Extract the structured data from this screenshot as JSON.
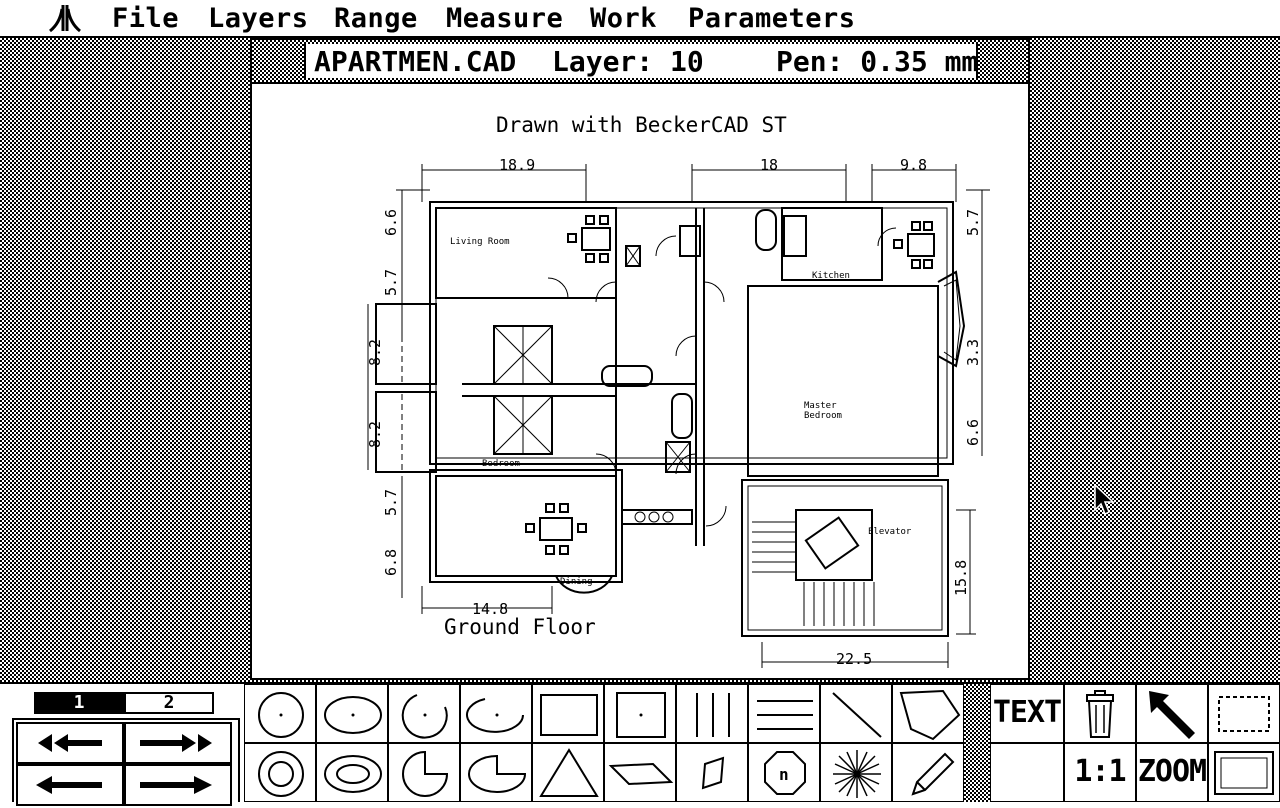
{
  "menu": {
    "logo": "atari-logo-icon",
    "items": [
      "File",
      "Layers",
      "Range",
      "Measure",
      "Work",
      "Parameters"
    ]
  },
  "window": {
    "filename": "APARTMEN.CAD",
    "layer": "Layer: 10",
    "pen": "Pen: 0.35 mm"
  },
  "drawing": {
    "credit": "Drawn with BeckerCAD ST",
    "floor_label": "Ground Floor",
    "rooms": {
      "living": "Living Room",
      "kitchen": "Kitchen",
      "master": "Master",
      "master2": "Bedroom",
      "bedroom": "Bedroom",
      "dining": "Dining",
      "elevator": "Elevator"
    },
    "dims": {
      "top1": "18.9",
      "top2": "18",
      "top3": "9.8",
      "left1": "6.6",
      "left2": "5.7",
      "left3": "8.2",
      "left4": "8.2",
      "left5": "5.7",
      "left6": "6.8",
      "right1": "5.7",
      "right2": "3.3",
      "right3": "6.6",
      "right4": "15.8",
      "bottom1": "14.8",
      "bottom2": "22.5"
    }
  },
  "layers": {
    "tab1": "1",
    "tab2": "2"
  },
  "tools": [
    "circle-icon",
    "ellipse-icon",
    "arc-icon",
    "ellipse-arc-icon",
    "rectangle-icon",
    "rectangle-center-icon",
    "vertical-lines-icon",
    "horizontal-lines-icon",
    "diagonal-line-icon",
    "polygon-icon",
    "concentric-circles-icon",
    "concentric-ellipses-icon",
    "circle-sector-icon",
    "ellipse-sector-icon",
    "triangle-icon",
    "parallelogram-icon",
    "rhombus-icon",
    "n-gon-icon",
    "star-burst-icon",
    "pencil-icon"
  ],
  "side": {
    "text_label": "TEXT",
    "scale_label": "1:1",
    "zoom_label": "ZOOM"
  }
}
